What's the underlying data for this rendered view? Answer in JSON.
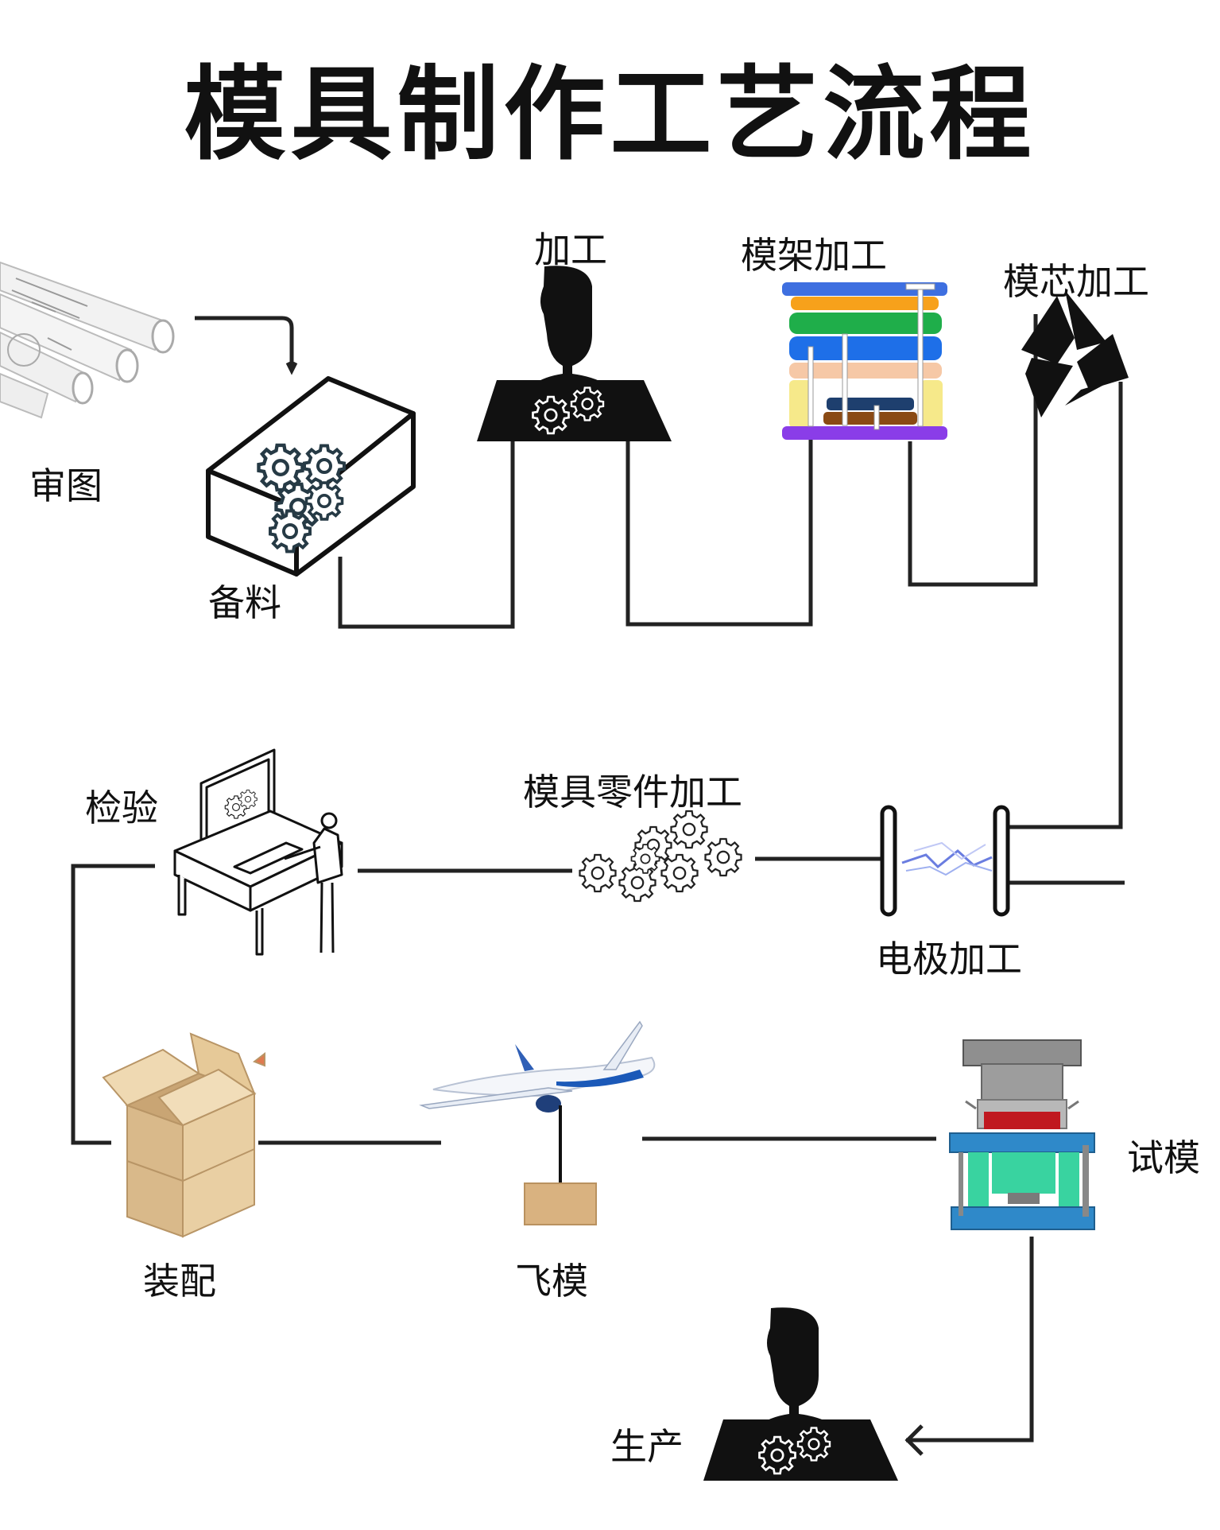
{
  "title": "模具制作工艺流程",
  "steps": {
    "review": "审图",
    "material": "备料",
    "machining": "加工",
    "mold_base": "模架加工",
    "mold_core": "模芯加工",
    "electrode": "电极加工",
    "mold_parts": "模具零件加工",
    "inspection": "检验",
    "assembly": "装配",
    "fly_mold": "飞模",
    "trial": "试模",
    "production": "生产"
  }
}
